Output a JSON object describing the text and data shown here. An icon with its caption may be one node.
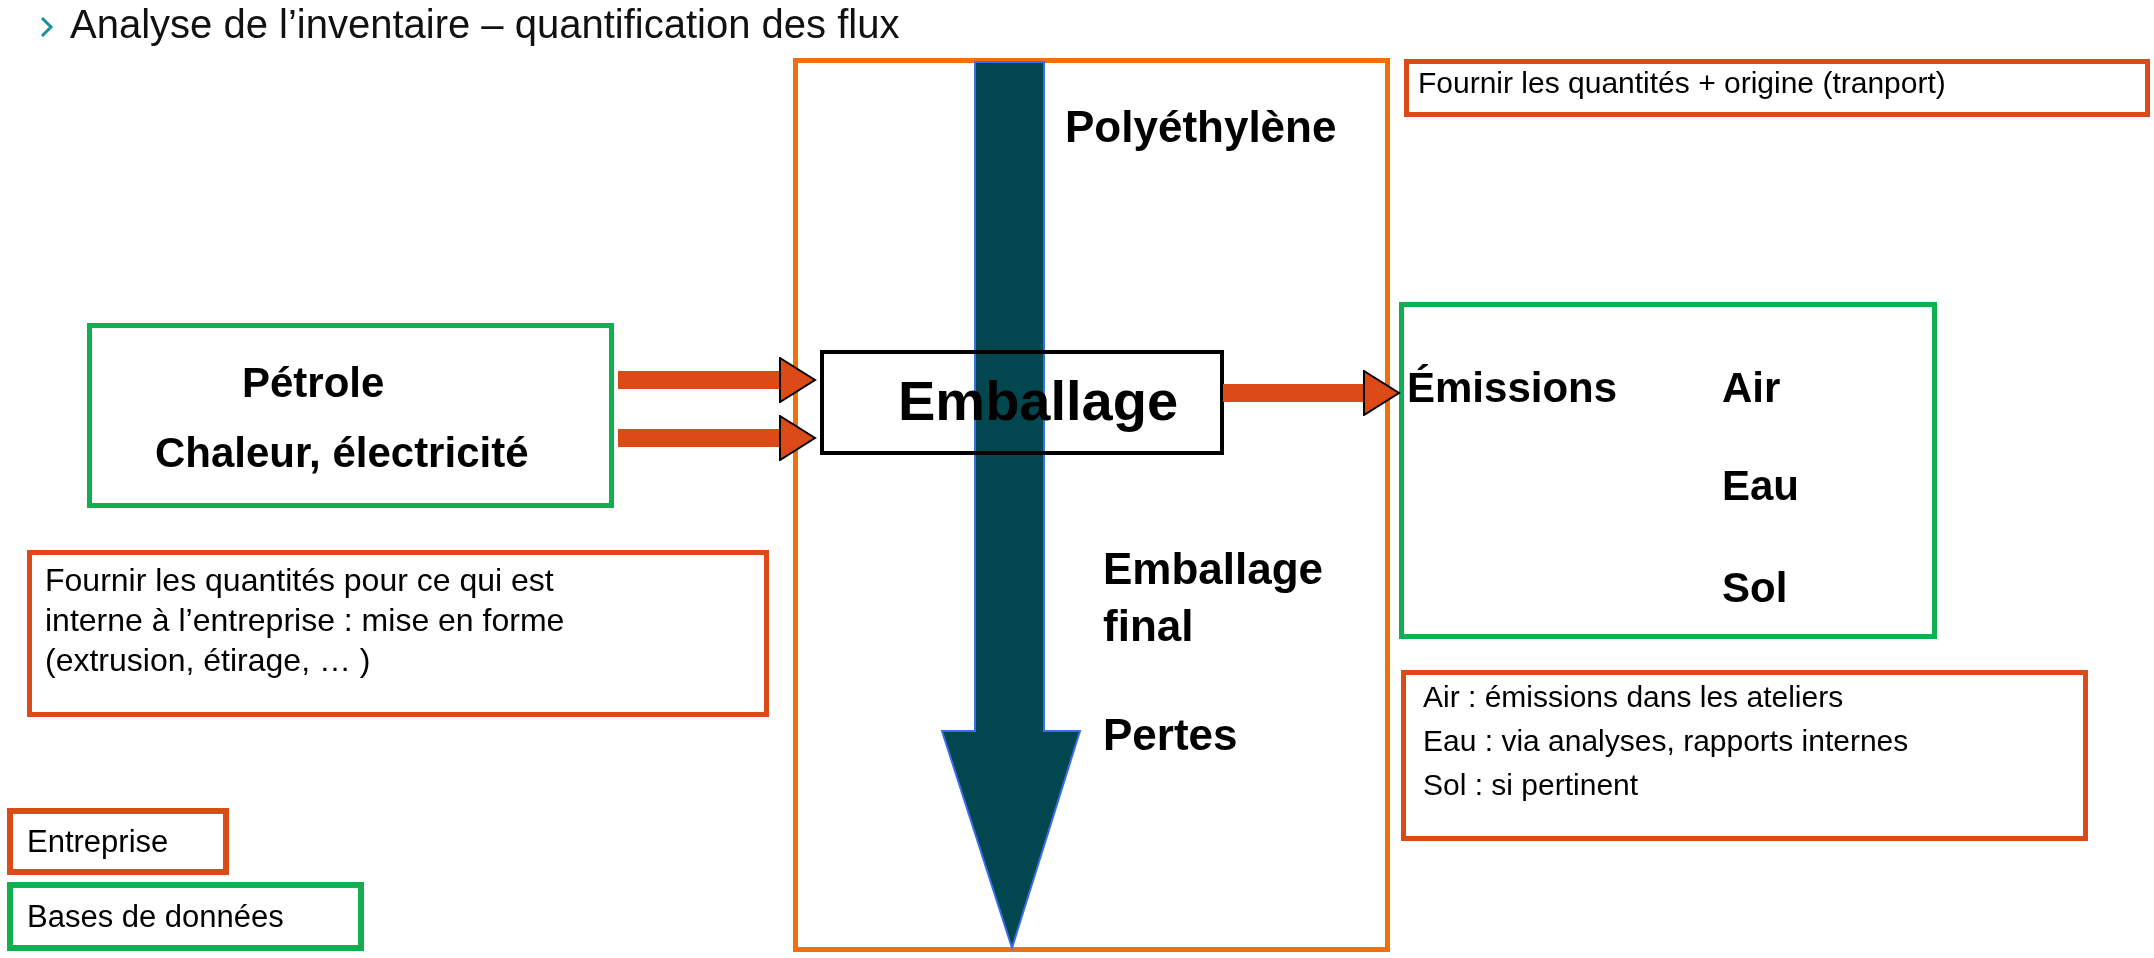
{
  "diagram": {
    "title": "Analyse de l’inventaire – quantification des flux",
    "nodes": [
      {
        "text": [],
        "shape": "box"
      },
      {
        "text": [
          "Emballage"
        ],
        "in": 0
      },
      {
        "text": [
          "Pétrole",
          "Chaleur, électricité"
        ]
      },
      {
        "text": [
          "Émissions",
          "Air",
          "Eau",
          "Sol"
        ]
      },
      {
        "text": [
          "Fournir les quantités + origine (tranport)"
        ]
      },
      {
        "text": [
          "Fournir les quantités pour ce qui est interne à l’entreprise : mise en forme (extrusion,  étirage, … )"
        ]
      },
      {
        "text": [
          "Air : émissions dans les ateliers",
          "Eau : via analyses, rapports internes",
          "Sol : si pertinent"
        ]
      }
    ],
    "edges": [
      {
        "from": 2,
        "to": 1,
        "arrow": "to"
      },
      {
        "from": 2,
        "to": 1,
        "arrow": "to"
      },
      {
        "from": 1,
        "to": 3,
        "arrow": "to"
      }
    ],
    "labels": [
      "Polyéthylène",
      "Emballage final",
      "Pertes"
    ],
    "legend": [
      {
        "text": "Entreprise",
        "color": "#dc4a18"
      },
      {
        "text": "Bases de données",
        "color": "#10b050"
      }
    ]
  }
}
